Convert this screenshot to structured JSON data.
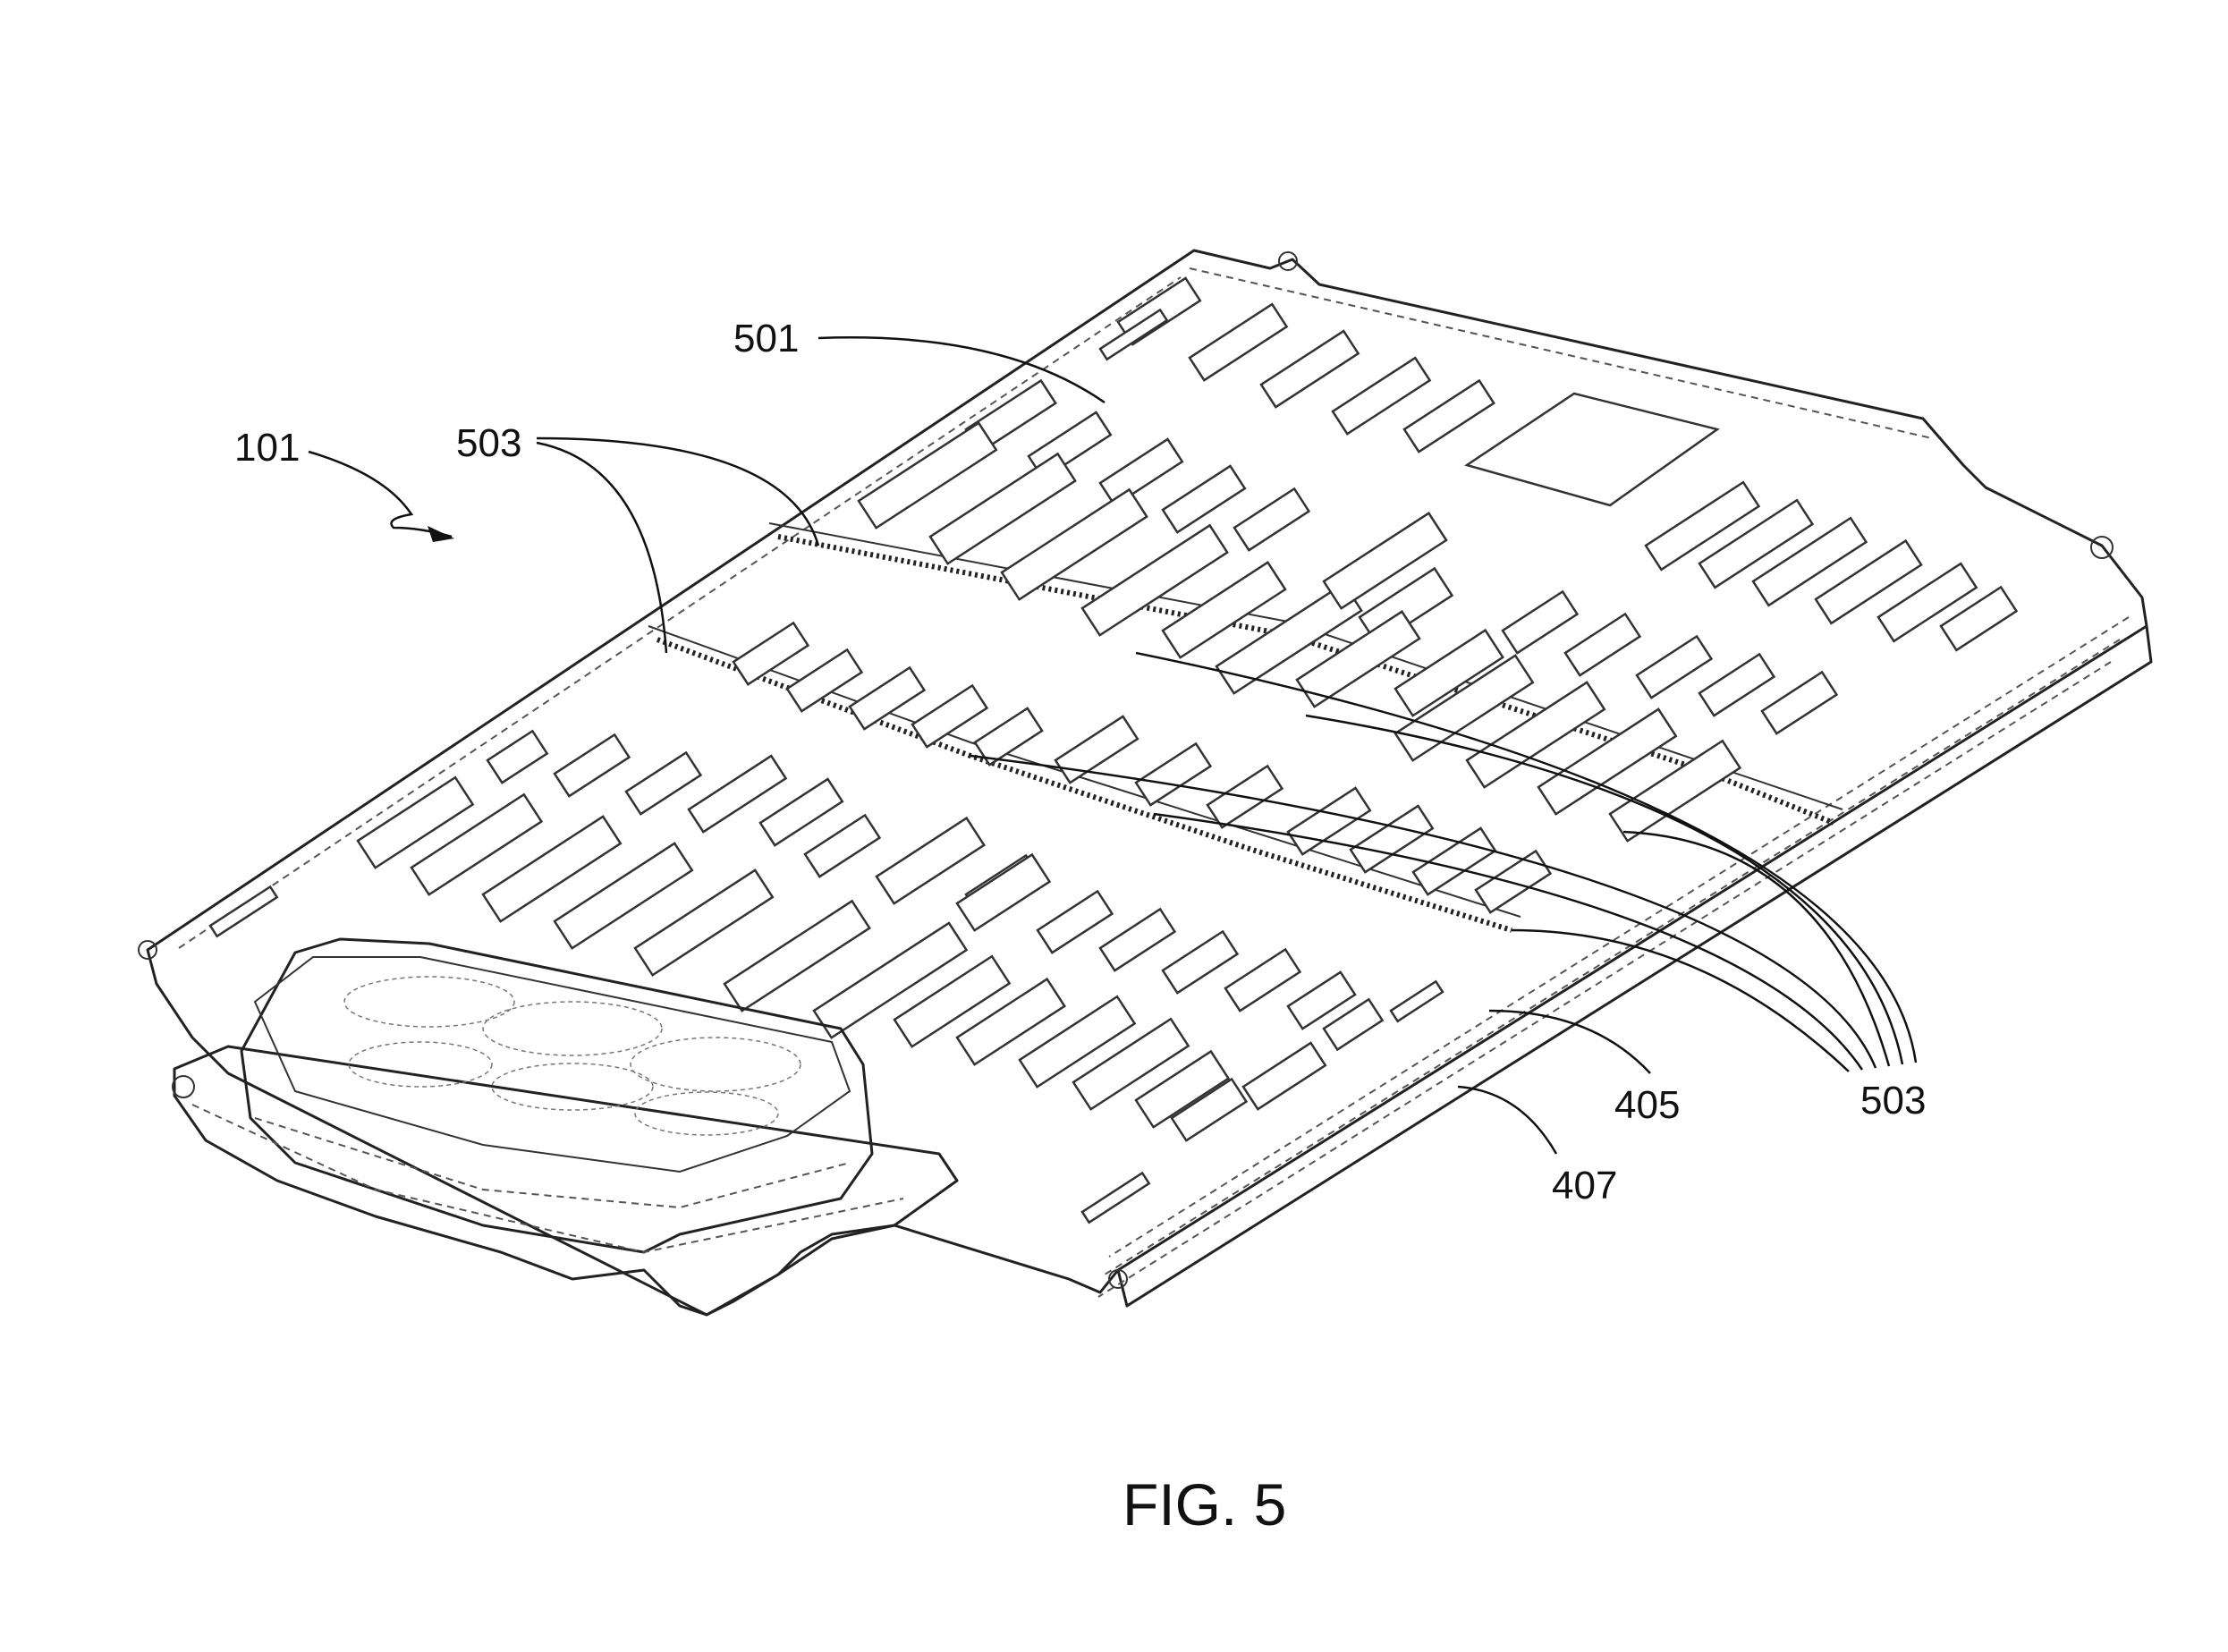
{
  "figure": {
    "caption": "FIG. 5",
    "labels": {
      "assembly": "101",
      "top_plate": "501",
      "rail_upper": "503",
      "rail_lower": "503",
      "side_panel": "405",
      "bottom_edge": "407"
    }
  }
}
